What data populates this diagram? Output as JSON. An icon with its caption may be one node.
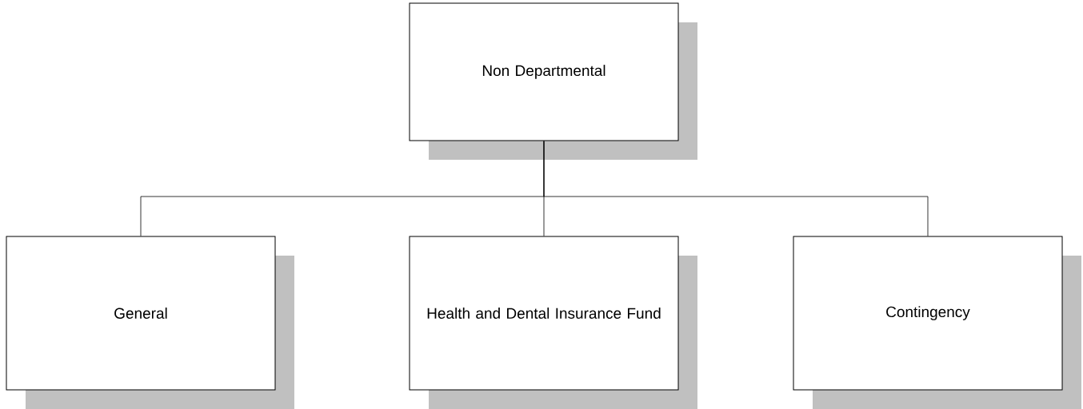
{
  "diagram": {
    "nodes": [
      {
        "text": [
          "Non Departmental"
        ]
      },
      {
        "text": [
          "General"
        ]
      },
      {
        "text": [
          "Health and Dental Insurance Fund"
        ]
      },
      {
        "text": [
          "Contingency"
        ]
      }
    ],
    "edges": [
      {
        "from": 0,
        "to": 1,
        "arrow": "none"
      },
      {
        "from": 0,
        "to": 2,
        "arrow": "none"
      },
      {
        "from": 0,
        "to": 3,
        "arrow": "none"
      }
    ]
  }
}
